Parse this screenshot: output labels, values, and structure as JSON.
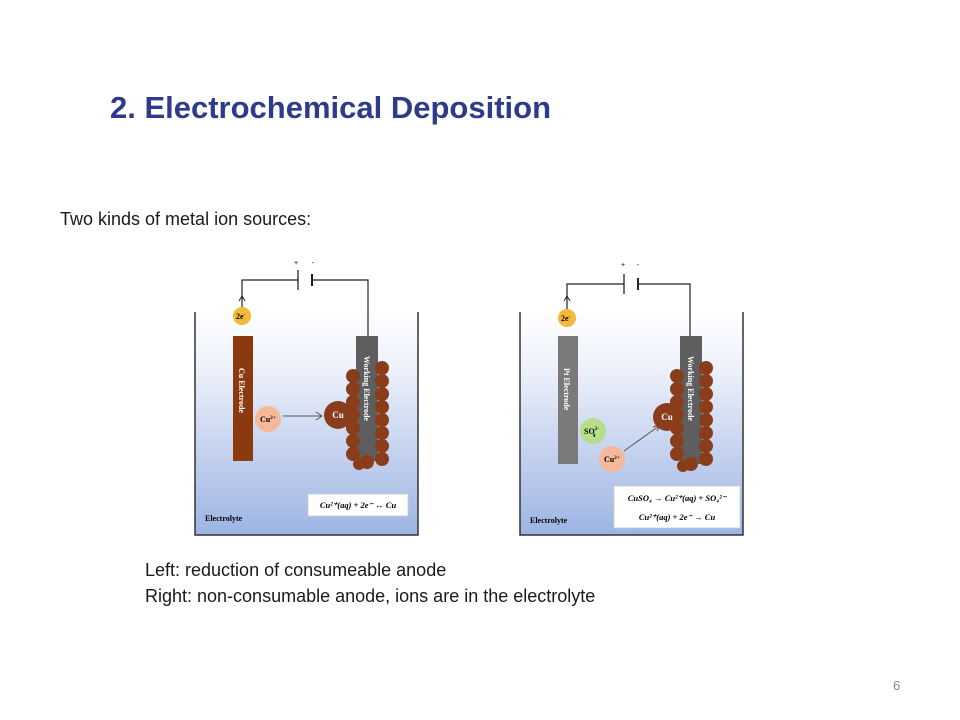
{
  "slide": {
    "title": "2. Electrochemical Deposition",
    "intro": "Two kinds of metal ion sources:",
    "caption_left": "Left: reduction of consumeable anode",
    "caption_right": "Right: non-consumable anode, ions are in the electrolyte",
    "page_number": "6"
  },
  "left_cell": {
    "plus": "+",
    "minus": "-",
    "electrons": "2e",
    "electron_sup": "-",
    "anode_label": "Cu Electrode",
    "cathode_label": "Working Electrode",
    "ion": "Cu",
    "ion_charge": "2+",
    "deposit": "Cu",
    "electrolyte": "Electrolyte",
    "equation": "Cu²⁺(aq) + 2e⁻ ↔ Cu"
  },
  "right_cell": {
    "plus": "+",
    "minus": "-",
    "electrons": "2e",
    "electron_sup": "-",
    "anode_label": "Pt Electrode",
    "cathode_label": "Working Electrode",
    "sulfate": "SO",
    "sulfate_sub": "4",
    "sulfate_charge": "2-",
    "ion": "Cu",
    "ion_charge": "2+",
    "deposit": "Cu",
    "electrolyte": "Electrolyte",
    "equation_1": "CuSO₄ → Cu²⁺(aq) + SO₄²⁻",
    "equation_2": "Cu²⁺(aq) + 2e⁻ → Cu"
  },
  "colors": {
    "title": "#2e3a8c",
    "copper_electrode": "#8b3a0f",
    "working_electrode": "#5e5e5e",
    "platinum_electrode": "#7a7a7a",
    "copper_deposit": "#8a3d1a",
    "electron_ball": "#f2b93b",
    "cu_ion_ball": "#f5b99a",
    "sulfate_ball": "#b5dd8a",
    "electrolyte_top": "#eef2fb",
    "electrolyte_bottom": "#9db4e3"
  }
}
